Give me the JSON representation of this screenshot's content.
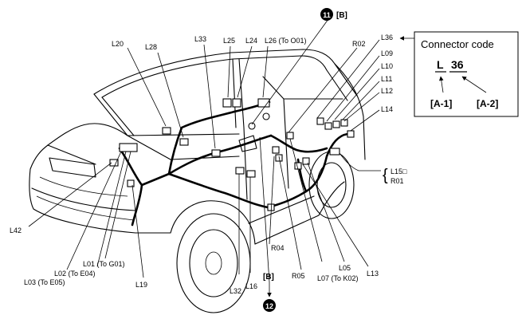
{
  "diagram": {
    "labels": {
      "l20": "L20",
      "l28": "L28",
      "l33": "L33",
      "l25": "L25",
      "l24": "L24",
      "l26": "L26 (To O01)",
      "r02": "R02",
      "l36": "L36",
      "l09": "L09",
      "l10": "L10",
      "l11": "L11",
      "l12": "L12",
      "l14": "L14",
      "l15": "L15□",
      "r01": "R01",
      "l42": "L42",
      "l03": "L03 (To E05)",
      "l02": "L02 (To E04)",
      "l01": "L01 (To G01)",
      "l19": "L19",
      "l32": "L32",
      "l16": "L16",
      "r04": "R04",
      "r05": "R05",
      "l07": "L07 (To K02)",
      "l05": "L05",
      "l13": "L13"
    },
    "refs": {
      "top_number": "11",
      "top_text": "[B]",
      "bottom_number": "12",
      "bottom_text": "[B]"
    },
    "legend": {
      "title": "Connector code",
      "code_letter": "L",
      "code_number": "36",
      "part_a1": "[A-1]",
      "part_a2": "[A-2]"
    }
  }
}
